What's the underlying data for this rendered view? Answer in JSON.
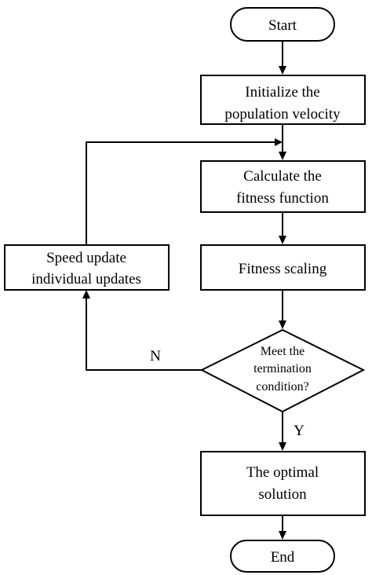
{
  "nodes": {
    "start": {
      "lines": [
        "Start"
      ]
    },
    "init": {
      "lines": [
        "Initialize the",
        "population velocity"
      ]
    },
    "calc": {
      "lines": [
        "Calculate the",
        "fitness function"
      ]
    },
    "scaling": {
      "lines": [
        "Fitness scaling"
      ]
    },
    "decision": {
      "lines": [
        "Meet the",
        "termination",
        "condition?"
      ]
    },
    "update": {
      "lines": [
        "Speed update",
        "individual updates"
      ]
    },
    "optimal": {
      "lines": [
        "The optimal",
        "solution"
      ]
    },
    "end": {
      "lines": [
        "End"
      ]
    }
  },
  "edge_labels": {
    "no": "N",
    "yes": "Y"
  },
  "colors": {
    "stroke": "#000000",
    "background": "#ffffff"
  }
}
